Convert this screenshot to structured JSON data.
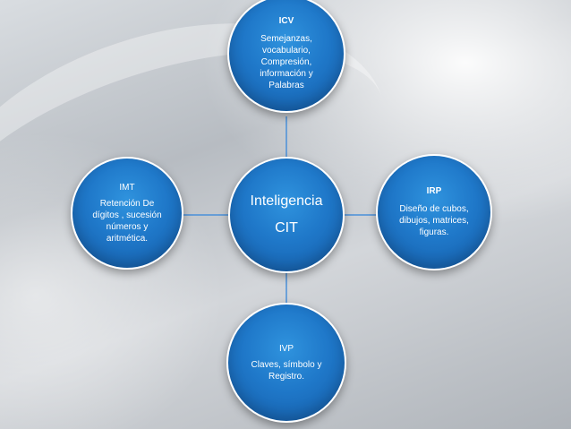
{
  "diagram": {
    "center": {
      "text": "Inteligencia\nCIT"
    },
    "nodes": {
      "top": {
        "title": "ICV",
        "text": "Semejanzas,\nvocabulario,\nCompresión,\ninformación y\nPalabras"
      },
      "right": {
        "title": "IRP",
        "text": "Diseño de cubos,\ndibujos, matrices,\nfiguras."
      },
      "bottom": {
        "title": "IVP",
        "text": "Claves, símbolo y\nRegistro."
      },
      "left": {
        "title": "IMT",
        "text": "Retención De\ndígitos , sucesión\nnúmeros y\naritmética."
      }
    },
    "colors": {
      "node_fill": "#1f78c9",
      "node_border": "#ffffff",
      "connector": "#4a90d9"
    }
  }
}
